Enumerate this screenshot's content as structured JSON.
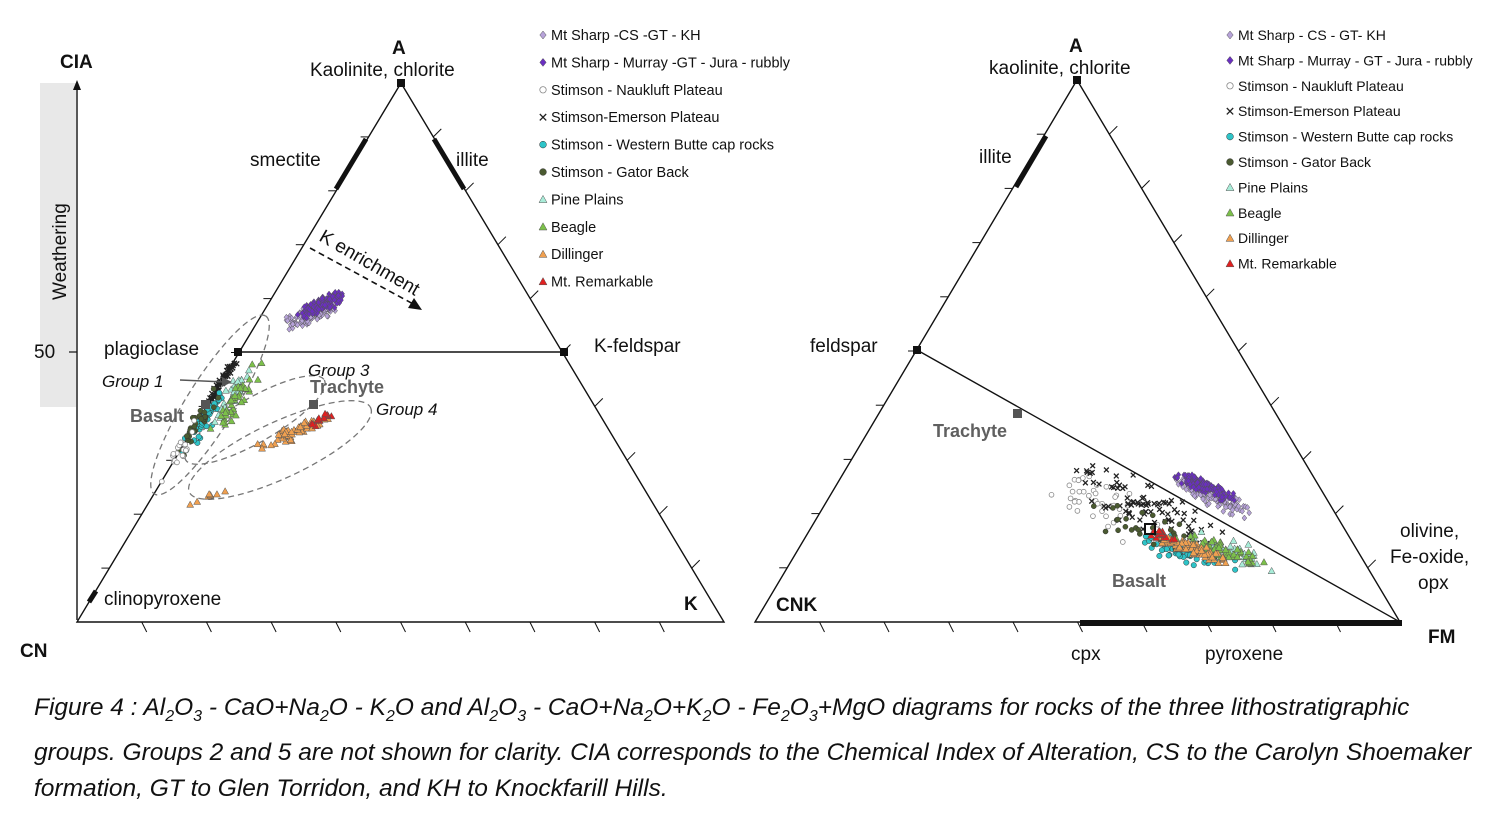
{
  "left_diagram": {
    "axis_title": "CIA",
    "axis_sublabel": "Weathering",
    "axis_tick_value": "50",
    "vertices": {
      "top": "A",
      "bottom_left": "CN",
      "bottom_right": "K"
    },
    "mineral_labels": {
      "kaolinite": "Kaolinite, chlorite",
      "smectite": "smectite",
      "illite": "illite",
      "plagioclase": "plagioclase",
      "k_feldspar": "K-feldspar",
      "clinopyroxene": "clinopyroxene"
    },
    "trend_label": "K enrichment",
    "group_labels": {
      "group1": "Group 1",
      "group3": "Group 3",
      "group4": "Group 4"
    },
    "rock_labels": {
      "basalt": "Basalt",
      "trachyte": "Trachyte"
    }
  },
  "right_diagram": {
    "vertices": {
      "top": "A",
      "bottom_left": "CNK",
      "bottom_right": "FM"
    },
    "mineral_labels": {
      "kaolinite": "kaolinite, chlorite",
      "illite": "illite",
      "feldspar": "feldspar",
      "olivine_1": "olivine,",
      "olivine_2": "Fe-oxide,",
      "olivine_3": "opx",
      "cpx": "cpx",
      "pyroxene": "pyroxene"
    },
    "rock_labels": {
      "basalt": "Basalt",
      "trachyte": "Trachyte"
    }
  },
  "legend_left": [
    {
      "label": "Mt Sharp -CS -GT - KH",
      "marker": "diamond",
      "color": "#b7a3d9"
    },
    {
      "label": "Mt Sharp - Murray -GT - Jura - rubbly",
      "marker": "diamond",
      "color": "#6a2fc0"
    },
    {
      "label": "Stimson - Naukluft Plateau",
      "marker": "circle-open",
      "color": "#ffffff"
    },
    {
      "label": "Stimson-Emerson Plateau",
      "marker": "cross",
      "color": "#222222"
    },
    {
      "label": "Stimson - Western Butte cap rocks",
      "marker": "circle",
      "color": "#2ec4c8"
    },
    {
      "label": "Stimson - Gator Back",
      "marker": "circle",
      "color": "#4a5a30"
    },
    {
      "label": "Pine Plains",
      "marker": "triangle",
      "color": "#a8ecd8"
    },
    {
      "label": "Beagle",
      "marker": "triangle",
      "color": "#7cc04a"
    },
    {
      "label": "Dillinger",
      "marker": "triangle",
      "color": "#f0a050"
    },
    {
      "label": "Mt. Remarkable",
      "marker": "triangle",
      "color": "#e02020"
    }
  ],
  "legend_right": [
    {
      "label": "Mt Sharp - CS - GT- KH",
      "marker": "diamond",
      "color": "#b7a3d9"
    },
    {
      "label": "Mt Sharp - Murray - GT - Jura - rubbly",
      "marker": "diamond",
      "color": "#6a2fc0"
    },
    {
      "label": "Stimson - Naukluft Plateau",
      "marker": "circle-open",
      "color": "#ffffff"
    },
    {
      "label": "Stimson-Emerson Plateau",
      "marker": "cross",
      "color": "#222222"
    },
    {
      "label": "Stimson - Western Butte cap rocks",
      "marker": "circle",
      "color": "#2ec4c8"
    },
    {
      "label": "Stimson - Gator Back",
      "marker": "circle",
      "color": "#4a5a30"
    },
    {
      "label": "Pine Plains",
      "marker": "triangle",
      "color": "#a8ecd8"
    },
    {
      "label": "Beagle",
      "marker": "triangle",
      "color": "#7cc04a"
    },
    {
      "label": "Dillinger",
      "marker": "triangle",
      "color": "#f0a050"
    },
    {
      "label": "Mt. Remarkable",
      "marker": "triangle",
      "color": "#e02020"
    }
  ],
  "caption": {
    "fig": "Figure 4 : ",
    "text": "diagrams for rocks of the three lithostratigraphic groups. Groups 2 and 5 are not shown for clarity. CIA corresponds to the Chemical Index of Alteration, CS to the Carolyn Shoemaker formation, GT to Glen Torridon, and KH to Knockfarill Hills."
  },
  "colors": {
    "grey_band": "#e8e8e8",
    "grey_label": "#606060"
  }
}
